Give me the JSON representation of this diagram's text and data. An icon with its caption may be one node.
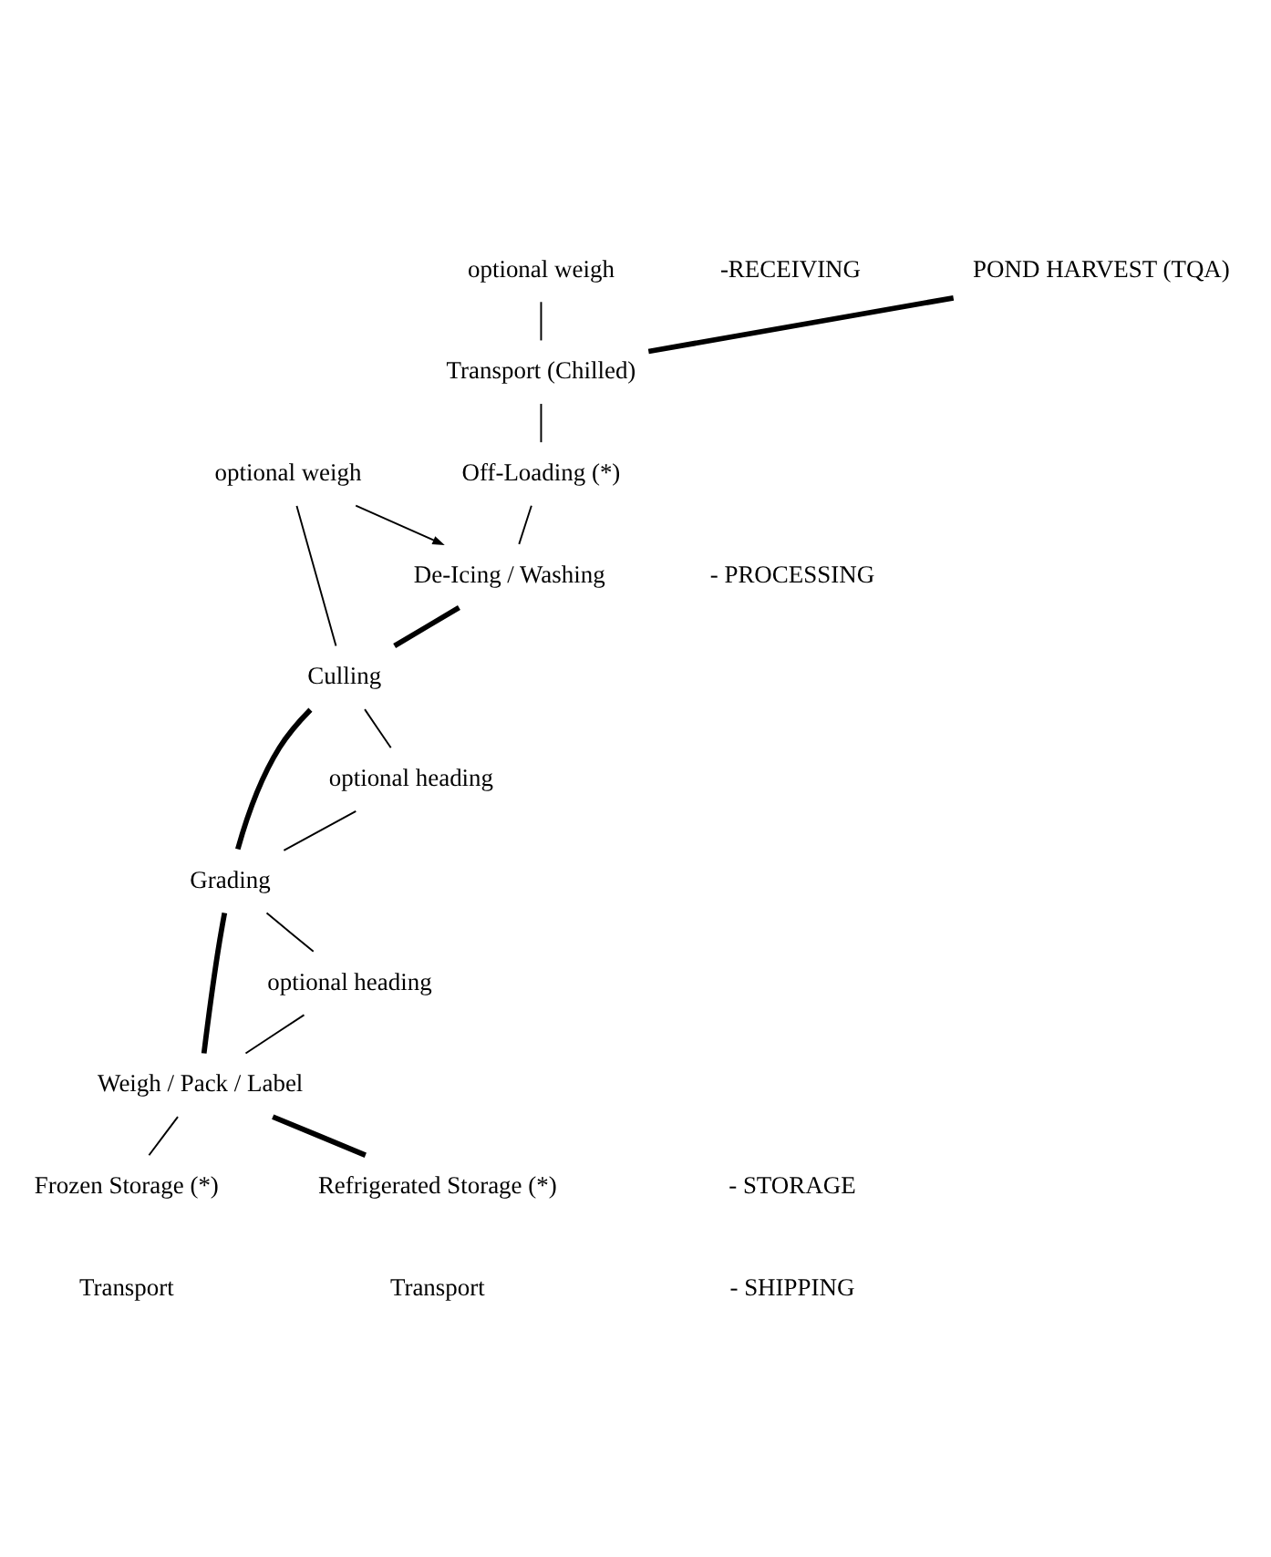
{
  "diagram": {
    "nodes": [
      {
        "text": [
          "POND HARVEST (TQA)"
        ]
      },
      {
        "text": [
          "optional weigh"
        ]
      },
      {
        "text": [
          "Transport (Chilled)"
        ]
      },
      {
        "text": [
          "Off-Loading (*)"
        ]
      },
      {
        "text": [
          "De-Icing / Washing"
        ]
      },
      {
        "text": [
          "optional weigh"
        ]
      },
      {
        "text": [
          "Culling"
        ]
      },
      {
        "text": [
          "optional heading"
        ]
      },
      {
        "text": [
          "Grading"
        ]
      },
      {
        "text": [
          "optional heading"
        ]
      },
      {
        "text": [
          "Weigh / Pack / Label"
        ]
      },
      {
        "text": [
          "Refrigerated Storage (*)"
        ]
      },
      {
        "text": [
          "Frozen Storage (*)"
        ]
      },
      {
        "text": [
          "Transport"
        ]
      },
      {
        "text": [
          "Transport"
        ]
      }
    ],
    "edges": [
      {
        "from": 0,
        "to": 2,
        "arrow": "none",
        "style": "thick"
      },
      {
        "from": 1,
        "to": 2,
        "arrow": "none"
      },
      {
        "from": 2,
        "to": 3,
        "arrow": "none"
      },
      {
        "from": 3,
        "to": 4,
        "arrow": "none"
      },
      {
        "from": 4,
        "to": 6,
        "arrow": "none",
        "style": "thick"
      },
      {
        "from": 5,
        "to": 4,
        "arrow": "to"
      },
      {
        "from": 5,
        "to": 6,
        "arrow": "none"
      },
      {
        "from": 6,
        "to": 8,
        "arrow": "none",
        "style": "thick"
      },
      {
        "from": 6,
        "to": 7,
        "arrow": "none"
      },
      {
        "from": 7,
        "to": 8,
        "arrow": "none"
      },
      {
        "from": 8,
        "to": 10,
        "arrow": "none",
        "style": "thick"
      },
      {
        "from": 8,
        "to": 9,
        "arrow": "none"
      },
      {
        "from": 9,
        "to": 10,
        "arrow": "none"
      },
      {
        "from": 10,
        "to": 11,
        "arrow": "none",
        "style": "thick"
      },
      {
        "from": 10,
        "to": 12,
        "arrow": "none"
      }
    ],
    "labels": [
      "-RECEIVING",
      "- PROCESSING",
      "- STORAGE",
      "- SHIPPING"
    ]
  }
}
